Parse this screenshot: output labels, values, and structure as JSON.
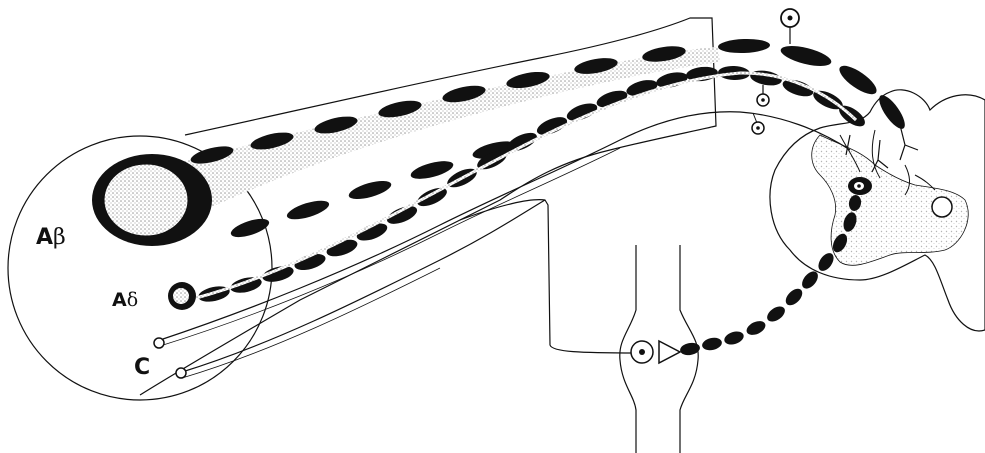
{
  "diagram": {
    "fiber_labels": [
      {
        "id": "abeta",
        "letter": "A",
        "suffix": "β"
      },
      {
        "id": "adelta",
        "letter": "A",
        "suffix": "δ"
      },
      {
        "id": "c",
        "letter": "C",
        "suffix": ""
      }
    ]
  },
  "colors": {
    "ink": "#111111",
    "stipple": "#cfcfcf",
    "background": "#ffffff"
  }
}
